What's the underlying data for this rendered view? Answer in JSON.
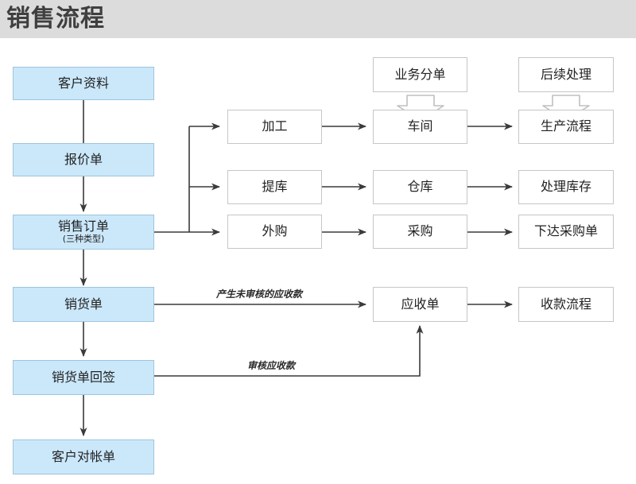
{
  "header": {
    "title": "销售流程"
  },
  "diagram": {
    "type": "flowchart",
    "nodes": {
      "customer_data": "客户资料",
      "quotation": "报价单",
      "sales_order_main": "销售订单",
      "sales_order_sub": "(三种类型)",
      "sales_invoice": "销货单",
      "sales_invoice_receipt": "销货单回签",
      "customer_statement": "客户对帐单",
      "processing": "加工",
      "stock_pick": "提库",
      "outsourcing": "外购",
      "business_split": "业务分单",
      "workshop": "车间",
      "warehouse": "仓库",
      "purchasing": "采购",
      "follow_up": "后续处理",
      "production_flow": "生产流程",
      "inventory_flow": "处理库存",
      "issue_po": "下达采购单",
      "receivable": "应收单",
      "collection_flow": "收款流程"
    },
    "edge_labels": {
      "unaudited_receivable": "产生未审核的应收款",
      "audit_receivable": "审核应收款"
    },
    "colors": {
      "header_bar": "#dcdcdc",
      "header_text": "#3f3f3f",
      "node_blue_fill": "#cbe8fb",
      "node_blue_border": "#9fc4dd",
      "node_white_fill": "#ffffff",
      "node_white_border": "#c6c6c6",
      "connector": "#3a3a3a",
      "block_arrow": "#bfbfbf"
    }
  }
}
